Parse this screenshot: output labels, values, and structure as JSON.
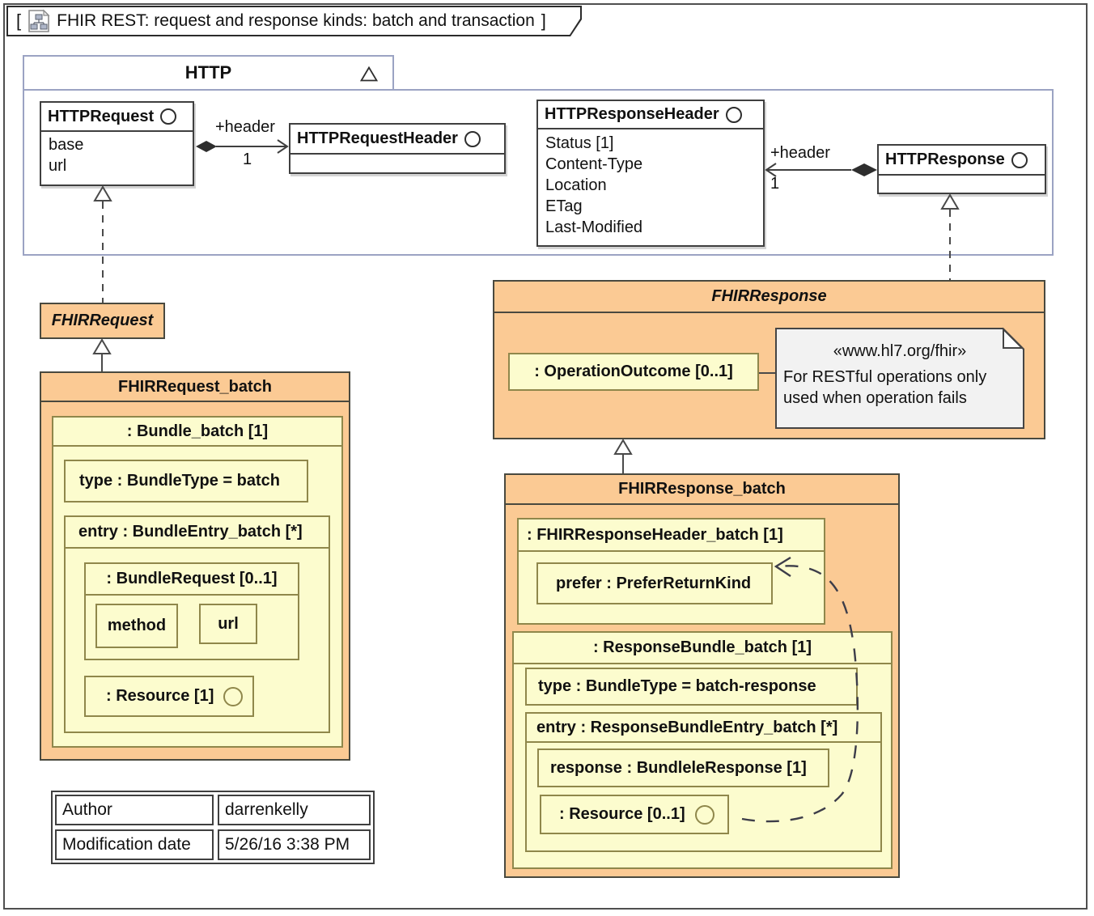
{
  "frame": {
    "title_prefix": "[",
    "title": "FHIR REST: request and response kinds: batch and transaction",
    "title_suffix": "]"
  },
  "http": {
    "package_name": "HTTP",
    "request": {
      "name": "HTTPRequest",
      "attrs": [
        "base",
        "url"
      ]
    },
    "request_header": {
      "name": "HTTPRequestHeader"
    },
    "request_assoc": {
      "role": "+header",
      "mult": "1"
    },
    "response_header": {
      "name": "HTTPResponseHeader",
      "attrs": [
        "Status [1]",
        "Content-Type",
        "Location",
        "ETag",
        "Last-Modified"
      ]
    },
    "response": {
      "name": "HTTPResponse"
    },
    "response_assoc": {
      "role": "+header",
      "mult": "1"
    }
  },
  "fhir_request": {
    "name": "FHIRRequest"
  },
  "fhir_request_batch": {
    "name": "FHIRRequest_batch",
    "bundle_name": ": Bundle_batch [1]",
    "type_prop": "type : BundleType = batch",
    "entry_name": "entry : BundleEntry_batch [*]",
    "bundle_request_name": ": BundleRequest [0..1]",
    "method_prop": "method",
    "url_prop": "url",
    "resource_prop": ": Resource [1]"
  },
  "fhir_response": {
    "name": "FHIRResponse",
    "operation_outcome": ": OperationOutcome [0..1]",
    "note_stereotype": "«www.hl7.org/fhir»",
    "note_line1": "For RESTful operations only",
    "note_line2": "used when operation fails"
  },
  "fhir_response_batch": {
    "name": "FHIRResponse_batch",
    "header_name": ": FHIRResponseHeader_batch [1]",
    "prefer_prop": "prefer : PreferReturnKind",
    "bundle_name": ": ResponseBundle_batch [1]",
    "type_prop": "type : BundleType = batch-response",
    "entry_name": "entry : ResponseBundleEntry_batch [*]",
    "response_prop": "response : BundleleResponse [1]",
    "resource_prop": ": Resource [0..1]"
  },
  "info_table": {
    "rows": [
      {
        "label": "Author",
        "value": "darrenkelly"
      },
      {
        "label": "Modification date",
        "value": "5/26/16 3:38 PM"
      }
    ]
  },
  "colors": {
    "orange": "#FBCA94",
    "yellow": "#FCFCCE",
    "note_grey": "#F2F2F2",
    "package_border": "#9BA3C3"
  }
}
